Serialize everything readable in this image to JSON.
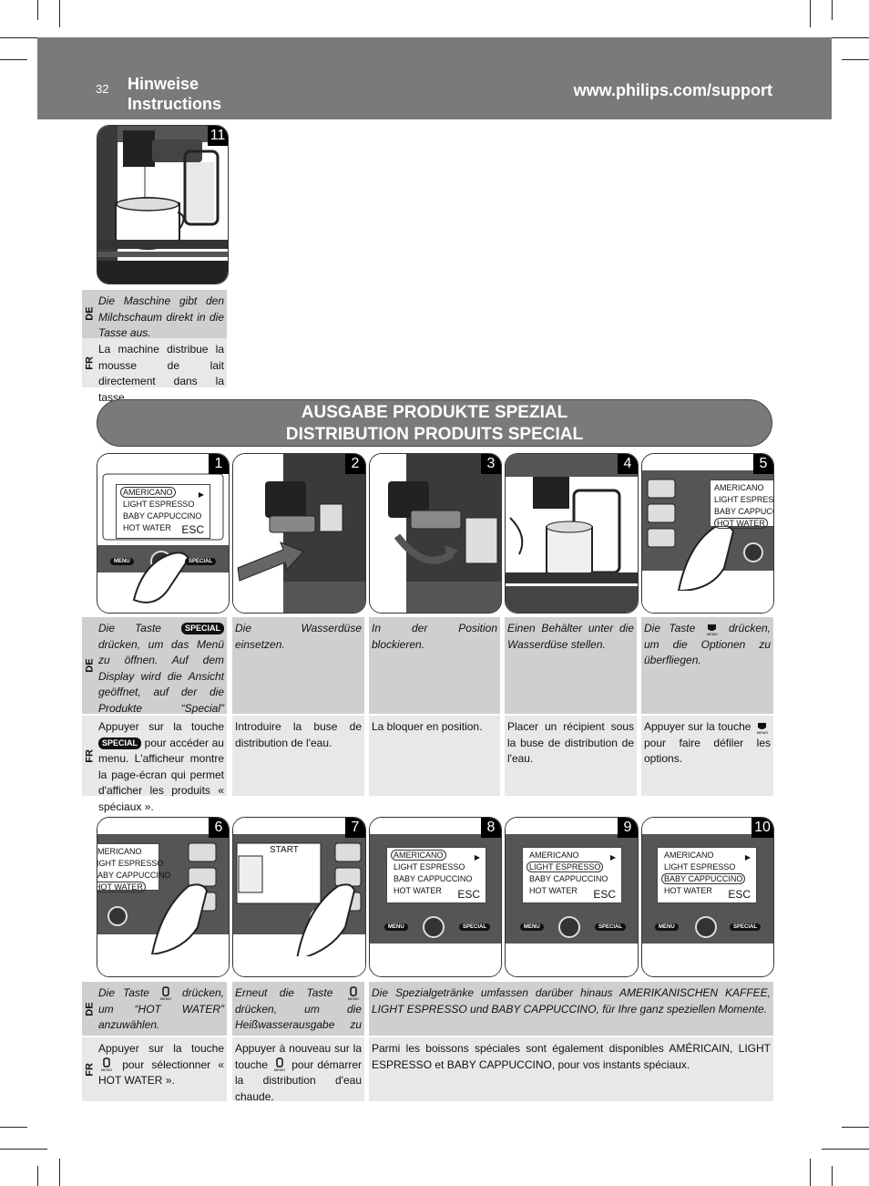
{
  "header": {
    "page_number": "32",
    "title_line1": "Hinweise",
    "title_line2": "Instructions",
    "url": "www.philips.com/support"
  },
  "lang": {
    "de": "DE",
    "fr": "FR"
  },
  "step11": {
    "number": "11",
    "de": "Die Maschine gibt den Milchschaum direkt in die Tasse aus.",
    "fr": "La machine distribue la mousse de lait directement dans la tasse."
  },
  "banner": {
    "line1": "AUSGABE PRODUKTE SPEZIAL",
    "line2": "DISTRIBUTION PRODUITS SPECIAL"
  },
  "display_menu": {
    "items": [
      "AMERICANO",
      "LIGHT ESPRESSO",
      "BABY CAPPUCCINO",
      "HOT WATER"
    ],
    "esc": "ESC",
    "start": "START",
    "button_menu": "MENU",
    "button_special": "SPECIAL",
    "button_memo": "MEMO"
  },
  "steps_row1": [
    {
      "number": "1",
      "de_pre": "Die Taste",
      "de_post": "drücken, um das Menü zu öffnen. Auf dem Display wird die Ansicht geöffnet, auf der die Produkte “Special” angezeigt werden.",
      "fr_pre": "Appuyer sur la touche",
      "fr_post": "pour accéder au menu. L'afficheur montre la page-écran qui permet d'afficher les produits « spéciaux »."
    },
    {
      "number": "2",
      "de": "Die Wasserdüse einsetzen.",
      "fr": "Introduire la buse de distribution de l'eau."
    },
    {
      "number": "3",
      "de": "In der Position blockieren.",
      "fr": "La bloquer en position."
    },
    {
      "number": "4",
      "de": "Einen Behälter unter die Wasserdüse stellen.",
      "fr": "Placer un récipient sous la buse de distribution de l'eau."
    },
    {
      "number": "5",
      "de_pre": "Die Taste",
      "de_post": "drücken, um die Optionen zu überfliegen.",
      "fr_pre": "Appuyer sur la touche",
      "fr_post": "pour faire défiler les options."
    }
  ],
  "steps_row2": [
    {
      "number": "6",
      "de_pre": "Die Taste",
      "de_post": "drücken, um “HOT WATER” anzuwählen.",
      "fr_pre": "Appuyer sur la touche",
      "fr_post": "pour sélectionner « HOT WATER »."
    },
    {
      "number": "7",
      "de_pre": "Erneut die Taste",
      "de_post": "drücken, um die Heißwasserausgabe zu starten.",
      "fr_pre": "Appuyer à nouveau sur la touche",
      "fr_post": "pour démarrer la distribution d'eau chaude."
    },
    {
      "number": "8"
    },
    {
      "number": "9"
    },
    {
      "number": "10"
    }
  ],
  "note": {
    "de": "Die Spezialgetränke umfassen darüber hinaus AMERIKANISCHEN KAFFEE, LIGHT ESPRESSO und BABY CAPPUCCINO, für Ihre ganz speziellen Momente.",
    "fr": "Parmi les boissons spéciales sont également disponibles AMÉRICAIN, LIGHT ESPRESSO et BABY CAPPUCCINO, pour vos instants spéciaux."
  }
}
